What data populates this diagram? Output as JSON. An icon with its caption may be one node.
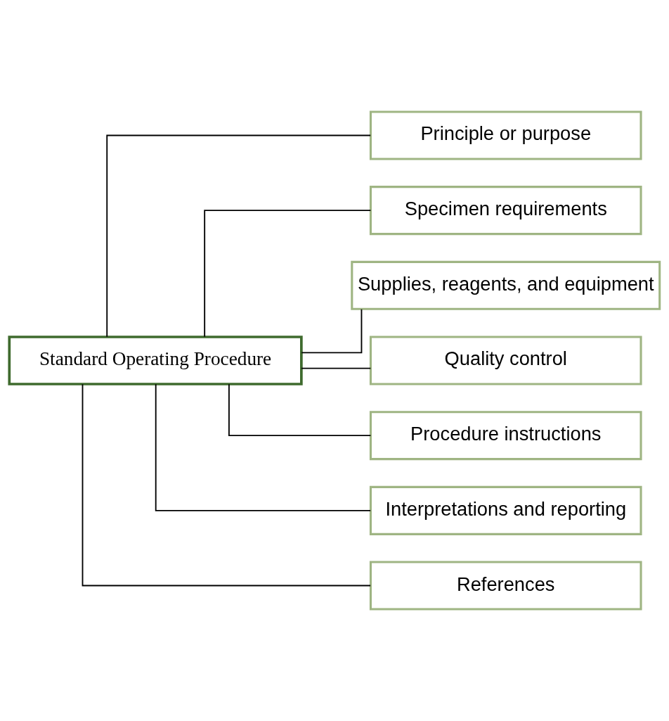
{
  "diagram": {
    "nodes": [
      {
        "text": [
          "Standard Operating Procedure"
        ]
      },
      {
        "text": [
          "Principle or purpose"
        ]
      },
      {
        "text": [
          "Specimen requirements"
        ]
      },
      {
        "text": [
          "Supplies, reagents, and equipment"
        ]
      },
      {
        "text": [
          "Quality control"
        ]
      },
      {
        "text": [
          "Procedure instructions"
        ]
      },
      {
        "text": [
          "Interpretations and reporting"
        ]
      },
      {
        "text": [
          "References"
        ]
      }
    ],
    "edges": [
      {
        "from": 0,
        "to": 1,
        "arrow": "none"
      },
      {
        "from": 0,
        "to": 2,
        "arrow": "none"
      },
      {
        "from": 0,
        "to": 3,
        "arrow": "none"
      },
      {
        "from": 0,
        "to": 4,
        "arrow": "none"
      },
      {
        "from": 0,
        "to": 5,
        "arrow": "none"
      },
      {
        "from": 0,
        "to": 6,
        "arrow": "none"
      },
      {
        "from": 0,
        "to": 7,
        "arrow": "none"
      }
    ]
  }
}
